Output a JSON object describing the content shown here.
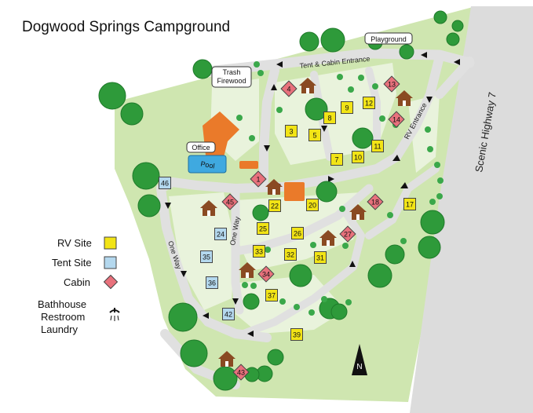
{
  "title": "Dogwood Springs Campground",
  "labels": {
    "trash": [
      "Trash",
      "Firewood"
    ],
    "playground": "Playground",
    "office": "Office",
    "pool": "Pool",
    "tent_cabin_entrance": "Tent & Cabin Entrance",
    "rv_entrance": "RV Entrance",
    "one_way_1": "One Way",
    "one_way_2": "One Way",
    "highway": "Scenic Highway 7",
    "north": "N"
  },
  "legend": {
    "rv": "RV Site",
    "tent": "Tent Site",
    "cabin": "Cabin",
    "bath": [
      "Bathhouse",
      "Restroom",
      "Laundry"
    ]
  },
  "colors": {
    "rv": "#f2e416",
    "tent": "#b4d8ee",
    "cabin": "#e8717c",
    "building": "#ea7a2a",
    "pool": "#3fa9e0",
    "park": "#cfe6b0",
    "lawn": "#e9f3dc",
    "road": "#e2e2e2",
    "tree": "#2e9a3a",
    "cabin_icon": "#8a4a22"
  },
  "sites": [
    {
      "n": "1",
      "kind": "cabin"
    },
    {
      "n": "3",
      "kind": "rv"
    },
    {
      "n": "4",
      "kind": "cabin"
    },
    {
      "n": "5",
      "kind": "rv"
    },
    {
      "n": "7",
      "kind": "rv"
    },
    {
      "n": "8",
      "kind": "rv"
    },
    {
      "n": "9",
      "kind": "rv"
    },
    {
      "n": "10",
      "kind": "rv"
    },
    {
      "n": "11",
      "kind": "rv"
    },
    {
      "n": "12",
      "kind": "rv"
    },
    {
      "n": "13",
      "kind": "cabin"
    },
    {
      "n": "14",
      "kind": "cabin"
    },
    {
      "n": "17",
      "kind": "rv"
    },
    {
      "n": "18",
      "kind": "cabin"
    },
    {
      "n": "20",
      "kind": "rv"
    },
    {
      "n": "22",
      "kind": "rv"
    },
    {
      "n": "24",
      "kind": "tent"
    },
    {
      "n": "25",
      "kind": "rv"
    },
    {
      "n": "26",
      "kind": "rv"
    },
    {
      "n": "27",
      "kind": "cabin"
    },
    {
      "n": "31",
      "kind": "rv"
    },
    {
      "n": "32",
      "kind": "rv"
    },
    {
      "n": "33",
      "kind": "rv"
    },
    {
      "n": "34",
      "kind": "cabin"
    },
    {
      "n": "35",
      "kind": "tent"
    },
    {
      "n": "36",
      "kind": "tent"
    },
    {
      "n": "37",
      "kind": "rv"
    },
    {
      "n": "39",
      "kind": "rv"
    },
    {
      "n": "42",
      "kind": "tent"
    },
    {
      "n": "43",
      "kind": "cabin"
    },
    {
      "n": "45",
      "kind": "cabin"
    },
    {
      "n": "46",
      "kind": "tent"
    }
  ]
}
